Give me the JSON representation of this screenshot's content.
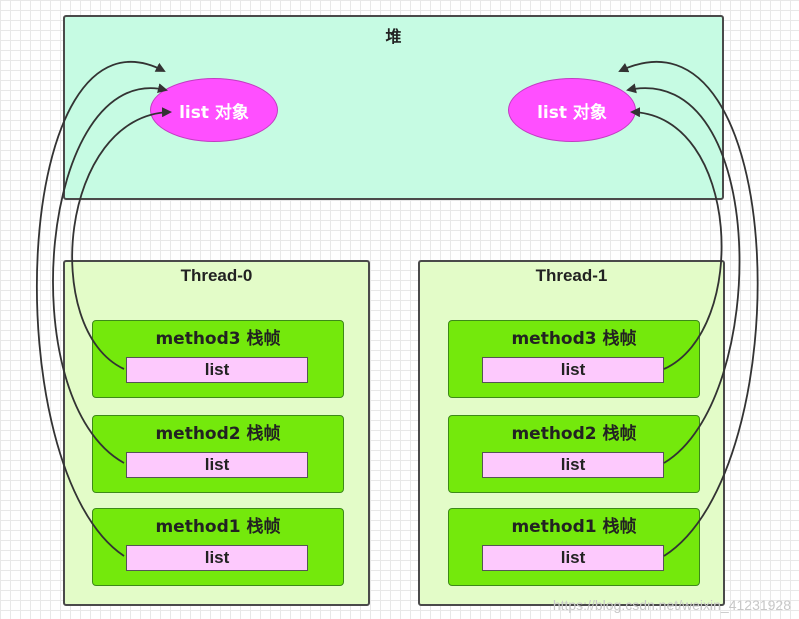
{
  "heap": {
    "title": "堆",
    "objects": [
      {
        "label": "list 对象"
      },
      {
        "label": "list 对象"
      }
    ]
  },
  "threads": [
    {
      "title": "Thread-0",
      "frames": [
        {
          "title": "method3 栈帧",
          "var": "list"
        },
        {
          "title": "method2 栈帧",
          "var": "list"
        },
        {
          "title": "method1 栈帧",
          "var": "list"
        }
      ]
    },
    {
      "title": "Thread-1",
      "frames": [
        {
          "title": "method3 栈帧",
          "var": "list"
        },
        {
          "title": "method2 栈帧",
          "var": "list"
        },
        {
          "title": "method1 栈帧",
          "var": "list"
        }
      ]
    }
  ],
  "watermark": "https://blog.csdn.net/weixin_41231928",
  "colors": {
    "heap_fill": "#c6fbe3",
    "object_fill": "#ff4fff",
    "thread_fill": "#e3fcc8",
    "frame_fill": "#74e90c",
    "slot_fill": "#fdc9fd",
    "arrow": "#333333"
  }
}
